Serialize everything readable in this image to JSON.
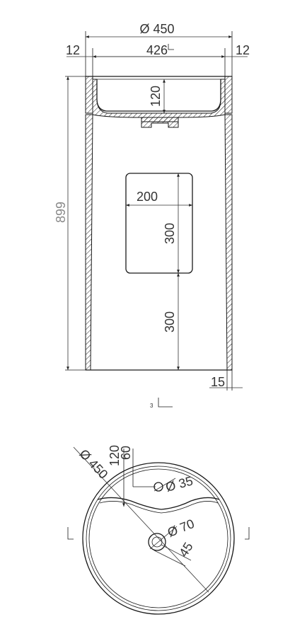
{
  "elevation": {
    "overall_diameter": "Ø 450",
    "inner_width": "426",
    "rim_left": "12",
    "rim_right": "12",
    "bowl_depth": "120",
    "height": "899",
    "panel_width": "200",
    "panel_height": "300",
    "panel_offset": "300",
    "base_thickness": "15",
    "section_mark": "3"
  },
  "plan": {
    "diameter": "Ø 450",
    "offset_120": "120",
    "offset_60": "60",
    "tap_hole": "Ø 35",
    "drain_hole": "Ø 70",
    "drain_offset": "45"
  }
}
